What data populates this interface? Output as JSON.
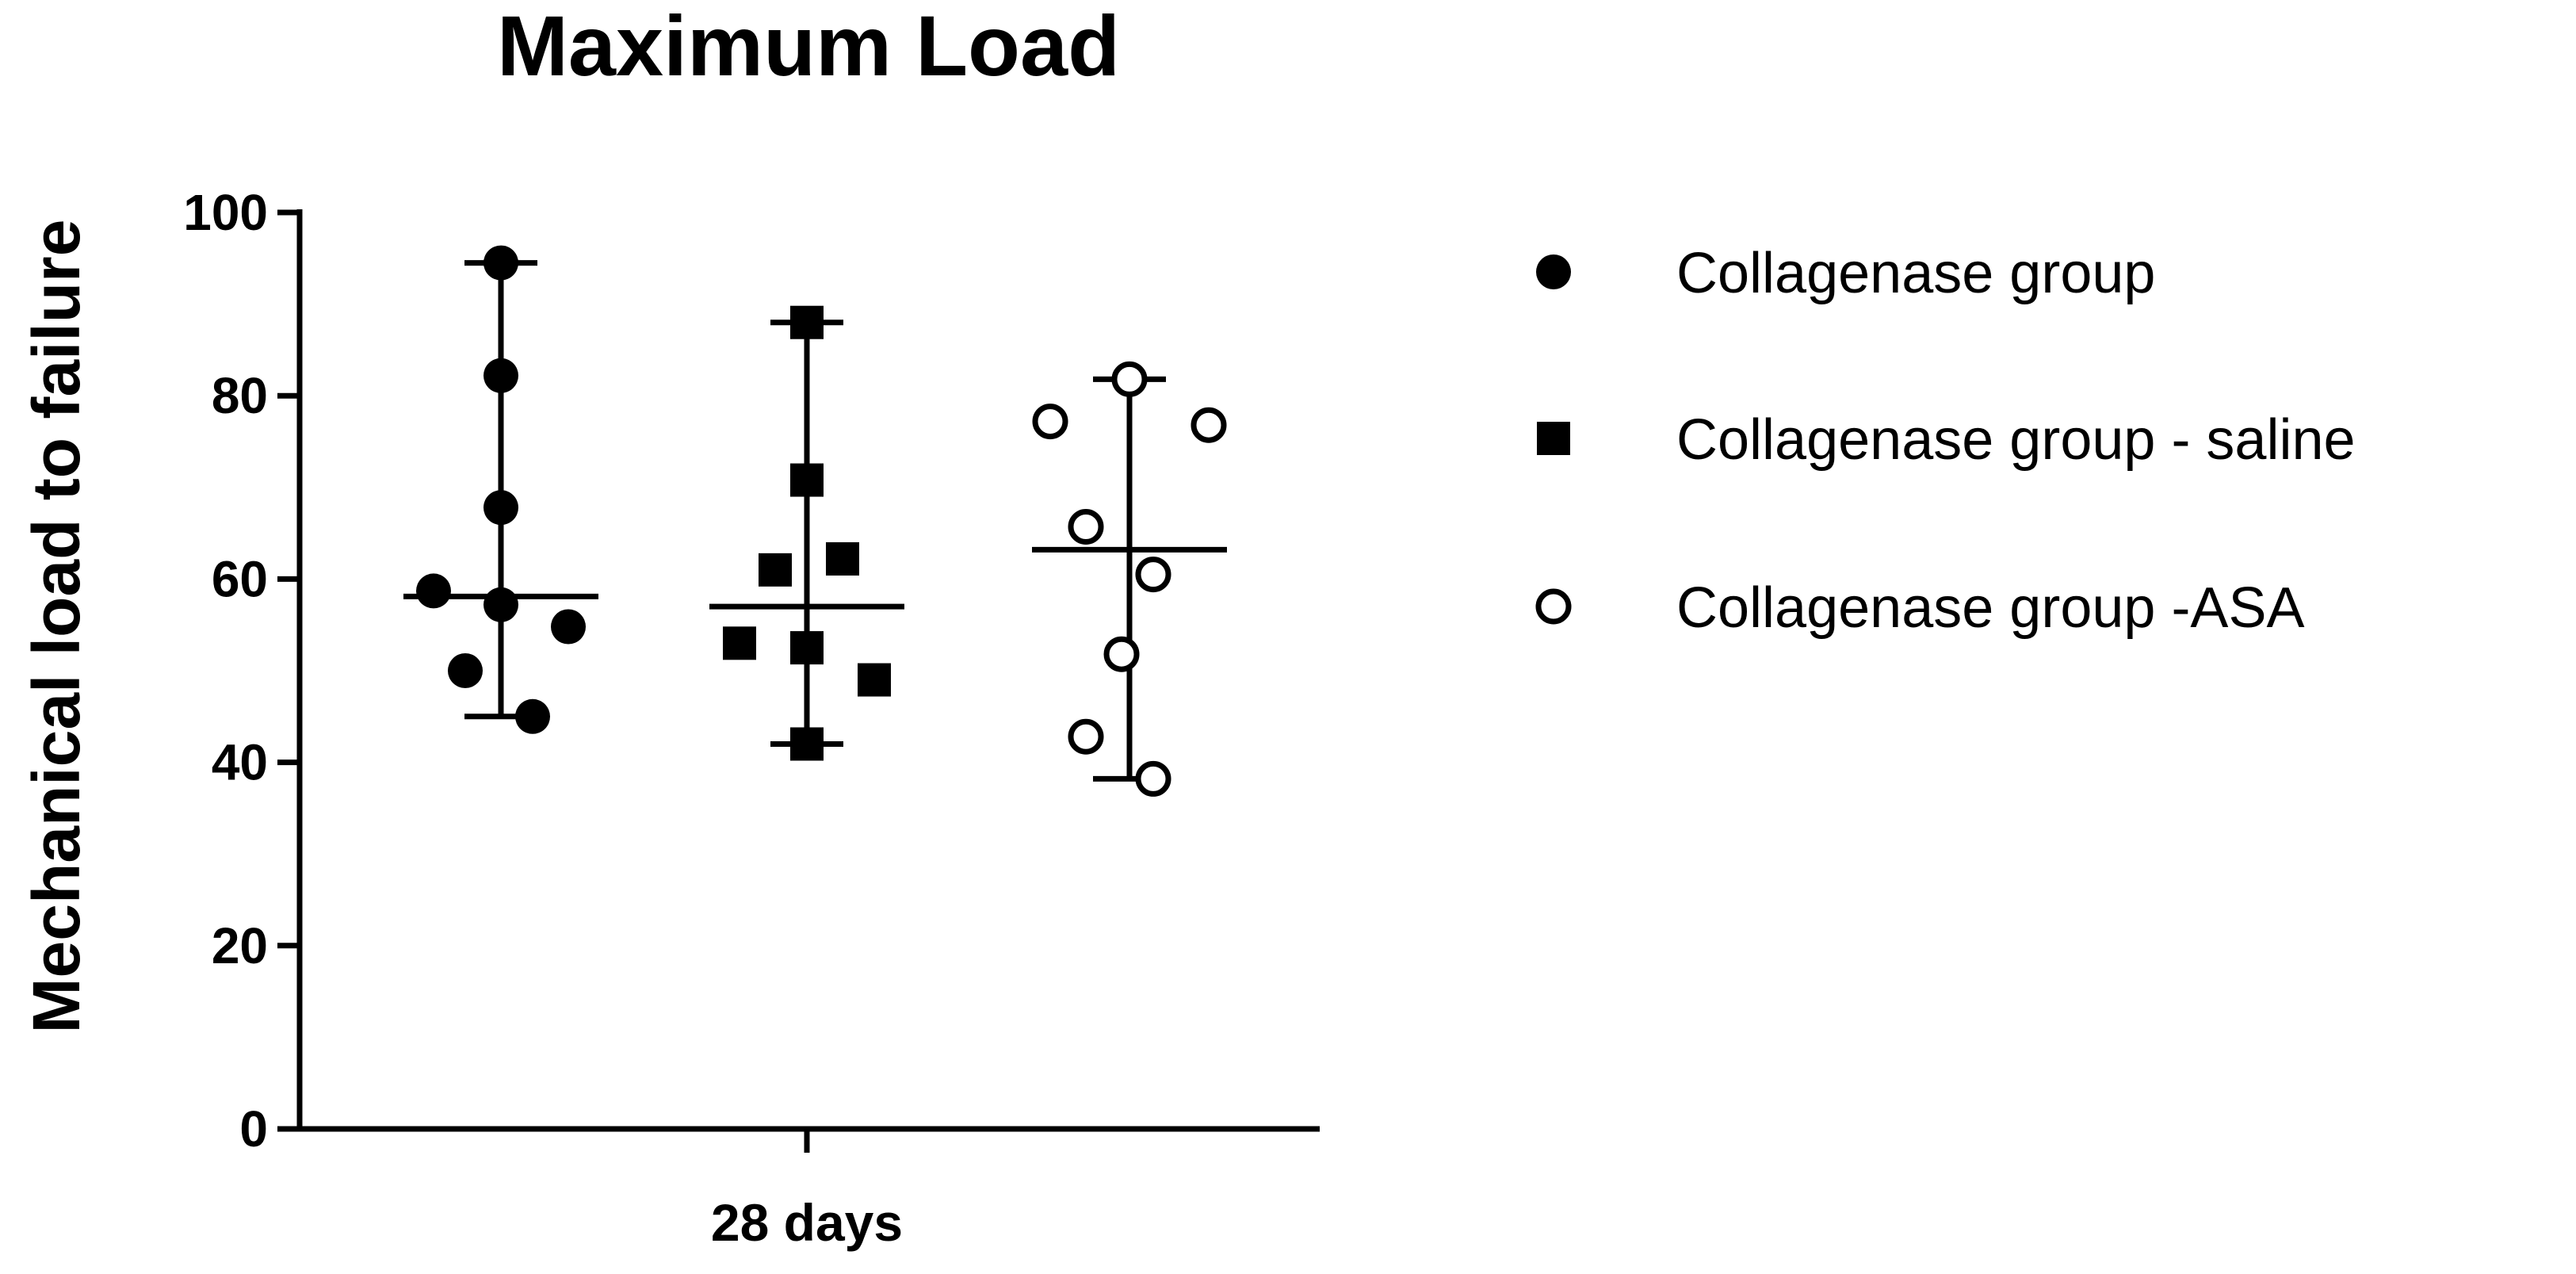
{
  "chart_data": {
    "type": "scatter",
    "title": "Maximum Load",
    "xlabel": "",
    "ylabel": "Mechanical load to failure",
    "categories": [
      "28 days"
    ],
    "ylim": [
      0,
      100
    ],
    "yticks": [
      0,
      20,
      40,
      60,
      80,
      100
    ],
    "grid": false,
    "legend_position": "right",
    "series": [
      {
        "name": "Collagenase group",
        "marker": "filled-circle",
        "color": "#000000",
        "values": [
          94.5,
          82.2,
          67.8,
          58.7,
          57.2,
          54.8,
          50.0,
          45.0
        ],
        "median": 58.1,
        "range": [
          45.0,
          94.5
        ]
      },
      {
        "name": "Collagenase group - saline",
        "marker": "filled-square",
        "color": "#000000",
        "values": [
          88.0,
          70.8,
          62.2,
          61.0,
          53.0,
          52.5,
          49.0,
          42.0
        ],
        "median": 57.0,
        "range": [
          42.0,
          88.0
        ]
      },
      {
        "name": "Collagenase group -ASA",
        "marker": "open-circle",
        "color": "#000000",
        "values": [
          81.8,
          77.2,
          76.8,
          65.7,
          60.5,
          51.8,
          42.8,
          38.2
        ],
        "median": 63.2,
        "range": [
          38.2,
          81.8
        ]
      }
    ]
  }
}
